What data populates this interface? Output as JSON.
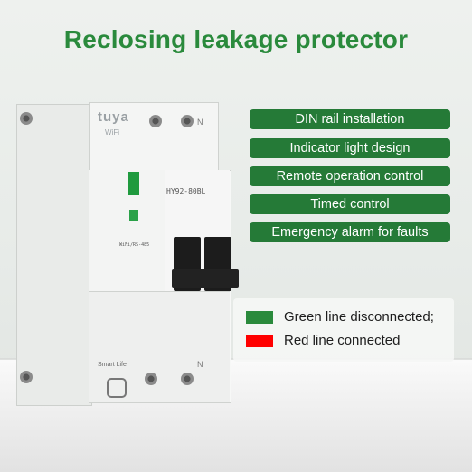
{
  "title": "Reclosing leakage protector",
  "features": [
    "DIN rail installation",
    "Indicator light design",
    "Remote operation control",
    "Timed control",
    "Emergency alarm for faults"
  ],
  "legend": [
    {
      "label": "Green line disconnected;",
      "color": "#2a8a3c"
    },
    {
      "label": "Red line connected",
      "color": "#ff0000"
    }
  ],
  "device": {
    "brand": "tuya",
    "wifi": "WiFi",
    "model": "HY92-80BL",
    "n1": "N",
    "n2": "N",
    "wifi_model": "WiFi/RS-485",
    "smart_life": "Smart Life"
  }
}
